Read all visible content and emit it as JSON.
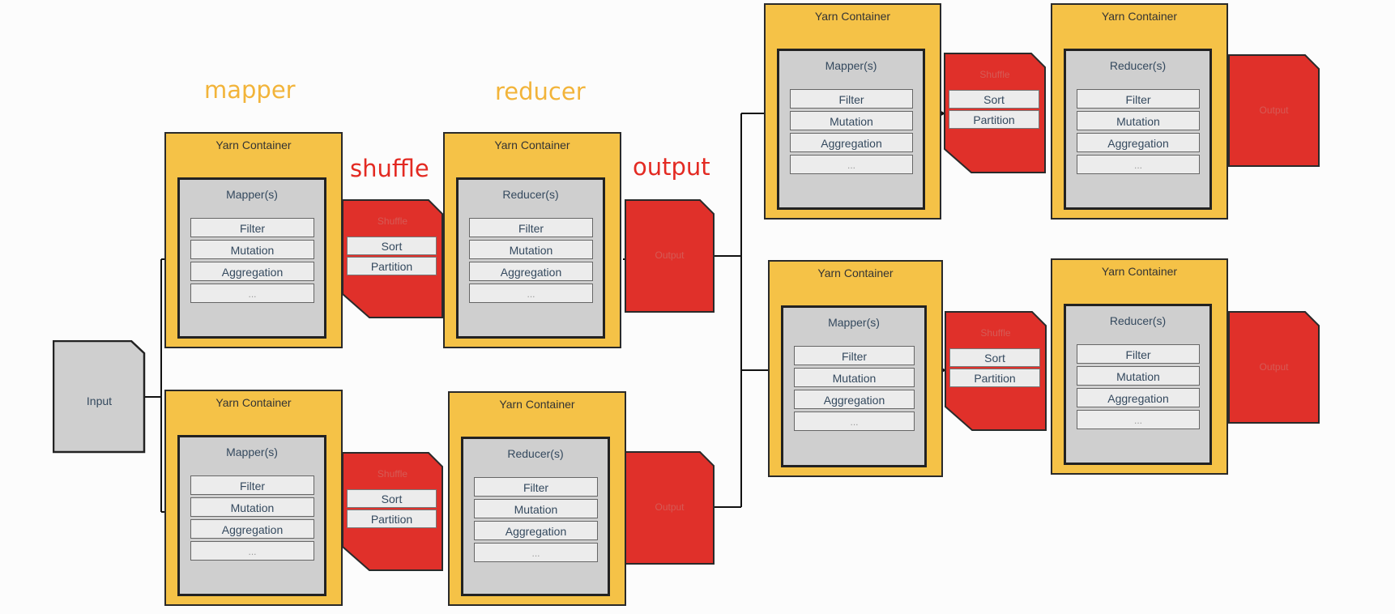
{
  "stage_labels": {
    "mapper": "mapper",
    "reducer": "reducer",
    "shuffle": "shuffle",
    "output": "output"
  },
  "input": {
    "label": "Input"
  },
  "container_title": "Yarn Container",
  "mapper_inner_title": "Mapper(s)",
  "reducer_inner_title": "Reducer(s)",
  "steps": [
    "Filter",
    "Mutation",
    "Aggregation",
    "..."
  ],
  "shuffle": {
    "title": "Shuffle",
    "items": [
      "Sort",
      "Partition"
    ]
  },
  "output": {
    "label": "Output"
  },
  "colors": {
    "container": "#f5c247",
    "inner": "#cfcfcf",
    "shuffle_output": "#e0302a",
    "input": "#cfcfcf",
    "label_orange": "#f2b43a",
    "label_red": "#e32a22"
  }
}
